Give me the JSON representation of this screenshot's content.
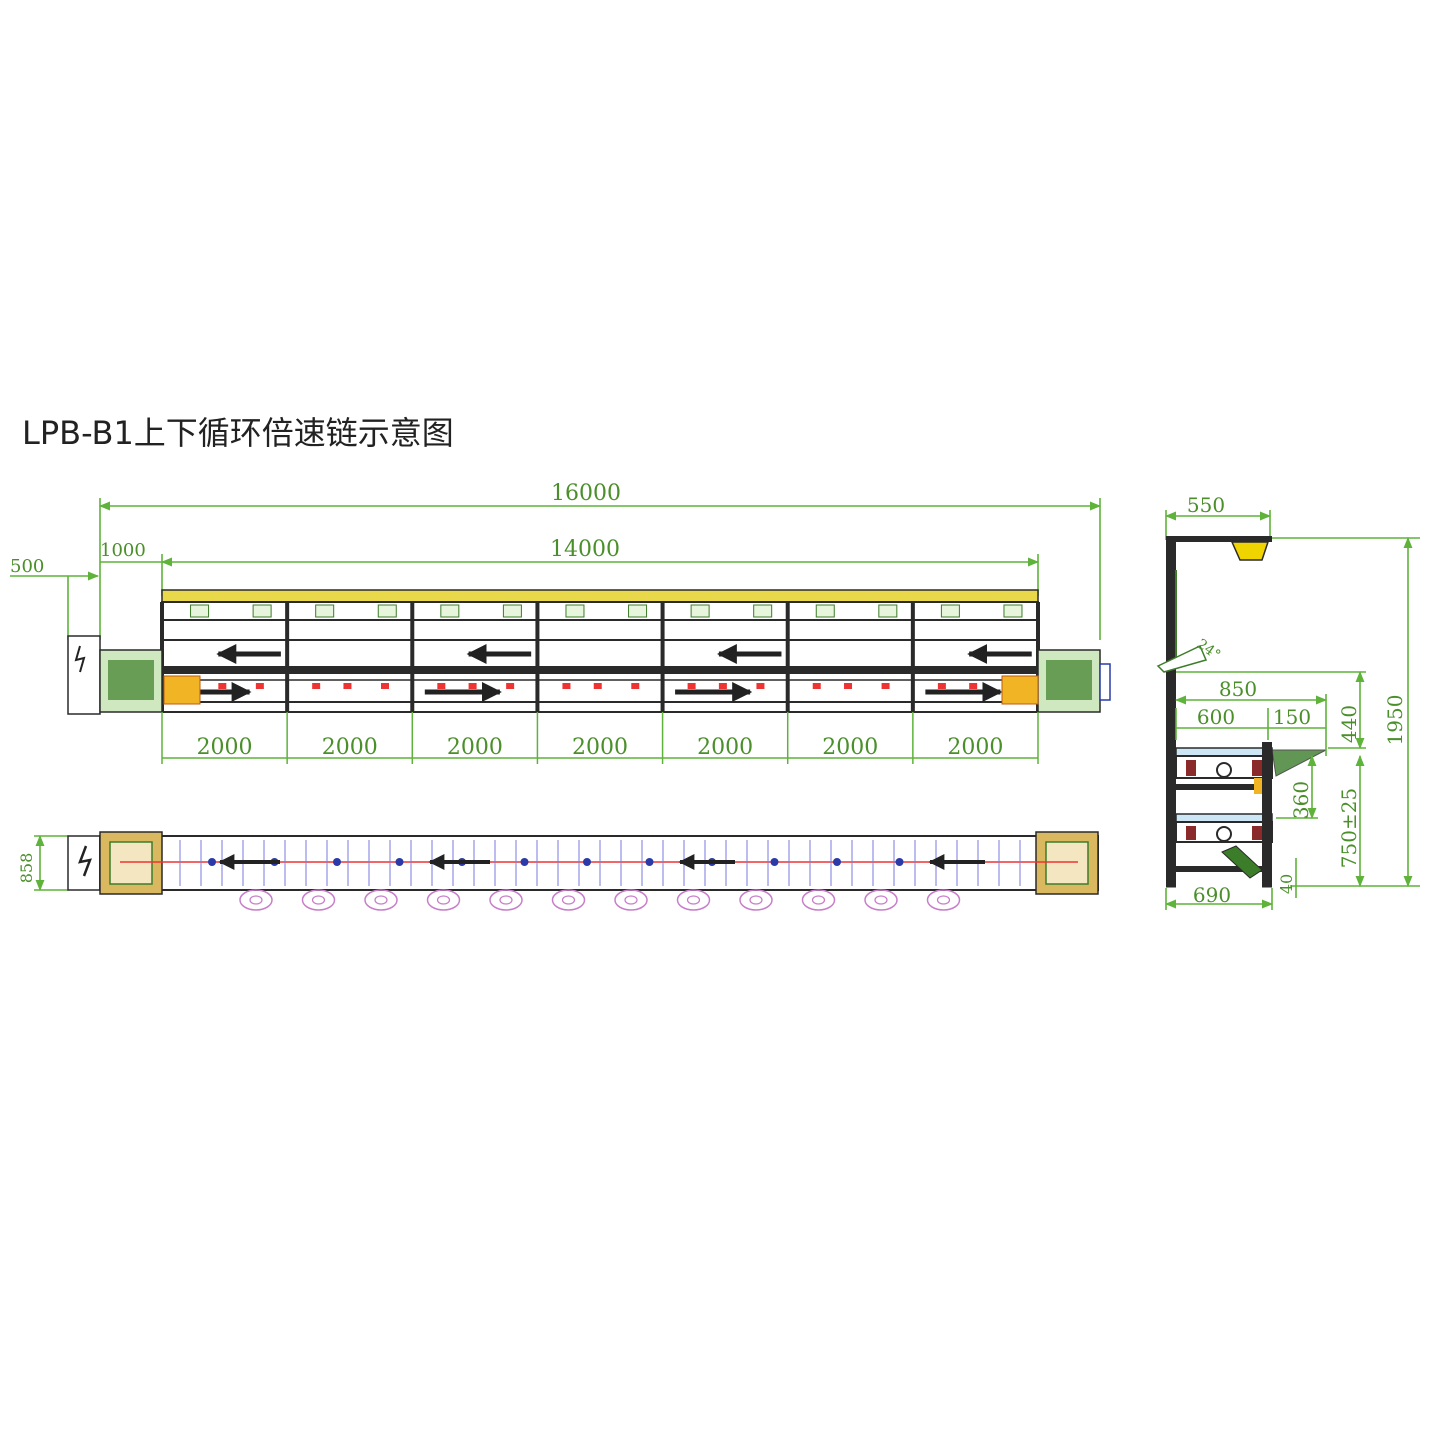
{
  "title": "LPB-B1上下循环倍速链示意图",
  "side_view": {
    "dims": {
      "overall": "16000",
      "inner": "14000",
      "end_left": "1000",
      "offset": "500",
      "segments": [
        "2000",
        "2000",
        "2000",
        "2000",
        "2000",
        "2000",
        "2000"
      ]
    }
  },
  "top_view": {
    "dims": {
      "width": "858"
    }
  },
  "end_view": {
    "dims": {
      "top_width": "550",
      "height": "1950",
      "angle": "24°",
      "width": "850",
      "left_part": "600",
      "right_part": "150",
      "upper": "440",
      "middle": "360",
      "work_height": "750±25",
      "bottom": "40",
      "base_width": "690"
    }
  },
  "colors": {
    "dimension": "#5fb33a",
    "frame": "#2a2a2a",
    "rail": "#e8d84a",
    "chain": "#e33",
    "caster": "#c77dc9",
    "pallet_blue": "#2a3aa8"
  }
}
